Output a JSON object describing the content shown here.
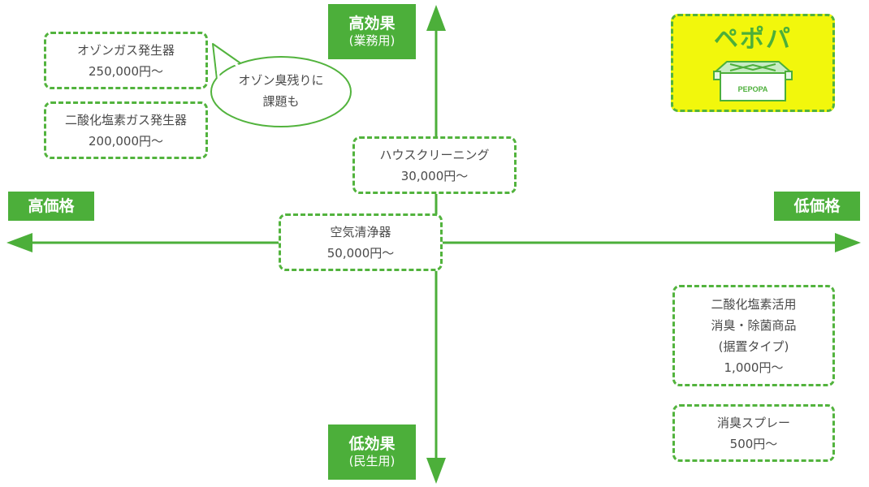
{
  "axes": {
    "top": {
      "main": "高効果",
      "sub": "(業務用)"
    },
    "bottom": {
      "main": "低効果",
      "sub": "(民生用)"
    },
    "left": {
      "main": "高価格"
    },
    "right": {
      "main": "低価格"
    }
  },
  "items": {
    "ozone": {
      "lines": [
        "オゾンガス発生器",
        "250,000円〜"
      ]
    },
    "chlorine_gas": {
      "lines": [
        "二酸化塩素ガス発生器",
        "200,000円〜"
      ]
    },
    "house_cleaning": {
      "lines": [
        "ハウスクリーニング",
        "30,000円〜"
      ]
    },
    "air_purifier": {
      "lines": [
        "空気清浄器",
        "50,000円〜"
      ]
    },
    "chlorine_product": {
      "lines": [
        "二酸化塩素活用",
        "消臭・除菌商品",
        "(据置タイプ)",
        "1,000円〜"
      ]
    },
    "spray": {
      "lines": [
        "消臭スプレー",
        "500円〜"
      ]
    }
  },
  "bubble": {
    "lines": [
      "オゾン臭残りに",
      "課題も"
    ]
  },
  "brand": {
    "title": "ペポパ",
    "logo_text": "PEPOPA"
  },
  "colors": {
    "accent": "#4caf3a",
    "dashed_border": "#52b33d",
    "brand_bg": "#f2f70c",
    "text": "#4a4a4a"
  }
}
